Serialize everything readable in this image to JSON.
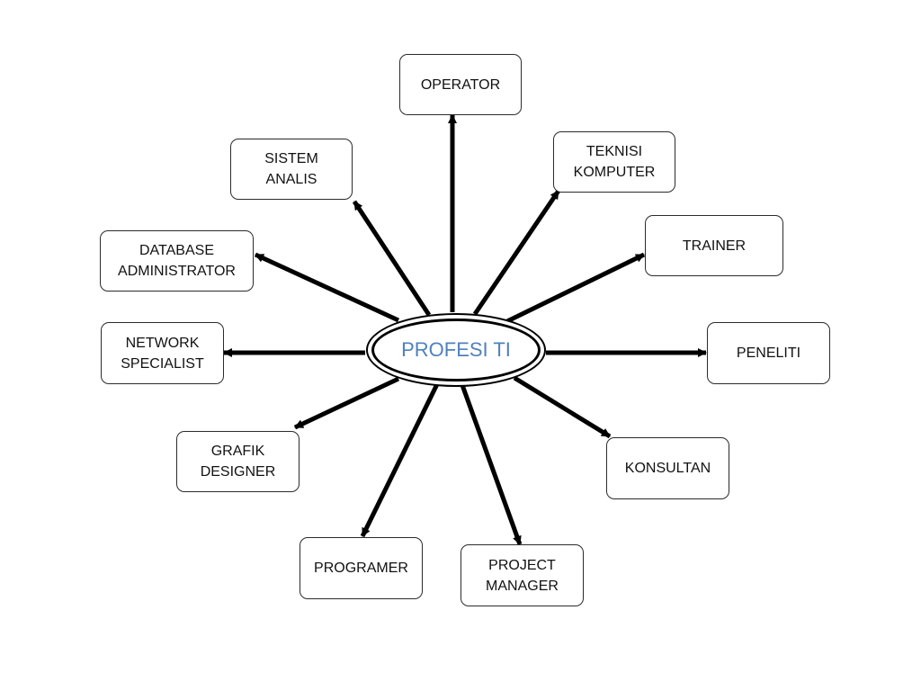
{
  "diagram": {
    "center": {
      "label": "PROFESI TI",
      "color": "#4f81bd"
    },
    "professions": [
      {
        "id": "operator",
        "lines": [
          "OPERATOR"
        ]
      },
      {
        "id": "sistem",
        "lines": [
          "SISTEM",
          "ANALIS"
        ]
      },
      {
        "id": "teknisi",
        "lines": [
          "TEKNISI",
          "KOMPUTER"
        ]
      },
      {
        "id": "database",
        "lines": [
          "DATABASE",
          "ADMINISTRATOR"
        ]
      },
      {
        "id": "trainer",
        "lines": [
          "TRAINER"
        ]
      },
      {
        "id": "network",
        "lines": [
          "NETWORK",
          "SPECIALIST"
        ]
      },
      {
        "id": "peneliti",
        "lines": [
          "PENELITI"
        ]
      },
      {
        "id": "grafik",
        "lines": [
          "GRAFIK",
          "DESIGNER"
        ]
      },
      {
        "id": "konsultan",
        "lines": [
          "KONSULTAN"
        ]
      },
      {
        "id": "programer",
        "lines": [
          "PROGRAMER"
        ]
      },
      {
        "id": "project",
        "lines": [
          "PROJECT",
          "MANAGER"
        ]
      }
    ]
  }
}
